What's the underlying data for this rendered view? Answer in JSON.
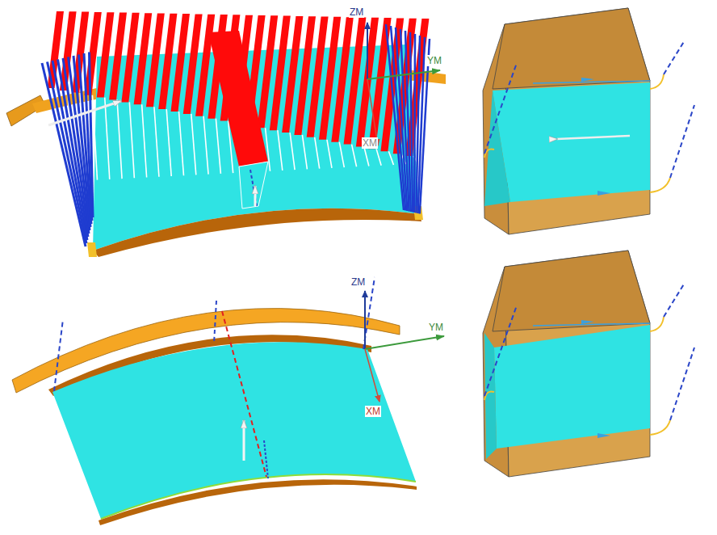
{
  "diagram": {
    "labels": [
      "ZM",
      "YM",
      "XM",
      "ZM",
      "YM",
      "XM"
    ]
  }
}
